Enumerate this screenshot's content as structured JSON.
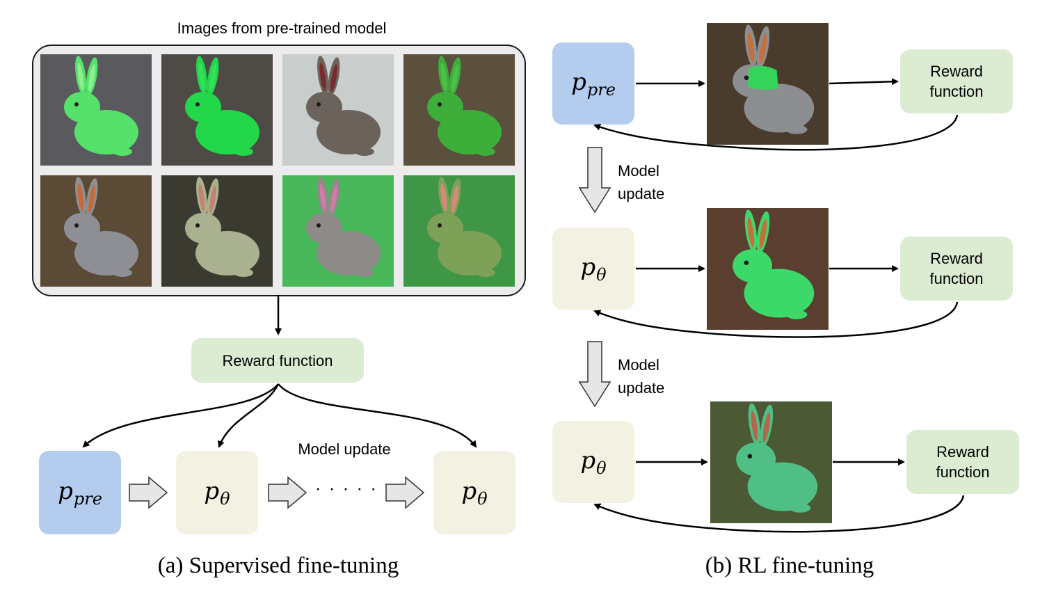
{
  "panel_a": {
    "gallery_title": "Images from pre-trained model",
    "reward_label": "Reward function",
    "model_update_label": "Model update",
    "p_pre": {
      "base": "p",
      "sub": "pre"
    },
    "p_theta": {
      "base": "p",
      "sub": "θ"
    },
    "dots": "· · · · ·",
    "caption": "(a)  Supervised fine-tuning",
    "thumbnails": [
      {
        "bg": "#5a5a5e",
        "body": "#56e26a",
        "ear": "#8cf090"
      },
      {
        "bg": "#4e4b47",
        "body": "#22d84a",
        "ear": "#35e05a"
      },
      {
        "bg": "#c9cdcc",
        "body": "#6b625c",
        "ear": "#7a2a2a"
      },
      {
        "bg": "#5b4f3d",
        "body": "#3eae3a",
        "ear": "#4cc04a"
      },
      {
        "bg": "#5a4a36",
        "body": "#8e8f94",
        "ear": "#c56a3a"
      },
      {
        "bg": "#3b3a30",
        "body": "#a9b190",
        "ear": "#c4836f"
      },
      {
        "bg": "#48b85a",
        "body": "#8f8b88",
        "ear": "#d07aa8"
      },
      {
        "bg": "#3f9646",
        "body": "#7ea158",
        "ear": "#d9877f"
      }
    ]
  },
  "panel_b": {
    "reward_lines": [
      "Reward",
      "function"
    ],
    "model_update_lines": [
      "Model",
      "update"
    ],
    "p_pre": {
      "base": "p",
      "sub": "pre"
    },
    "p_theta": {
      "base": "p",
      "sub": "θ"
    },
    "caption": "(b)  RL fine-tuning",
    "thumbnails": [
      {
        "bg": "#4a3c2c",
        "body": "#8d8e92",
        "ear": "#c4703c",
        "vest": "#34d45a"
      },
      {
        "bg": "#5a3f30",
        "body": "#3cd86a",
        "ear": "#c4703c"
      },
      {
        "bg": "#4b5a34",
        "body": "#4fbf86",
        "ear": "#b5674e"
      }
    ]
  },
  "colors": {
    "reward_box": "#dbecd3",
    "pre_box": "#b4ccee",
    "theta_box": "#f3f1e1",
    "block_arrow_fill": "#e6e6e6",
    "gallery_bg": "#ececec"
  }
}
